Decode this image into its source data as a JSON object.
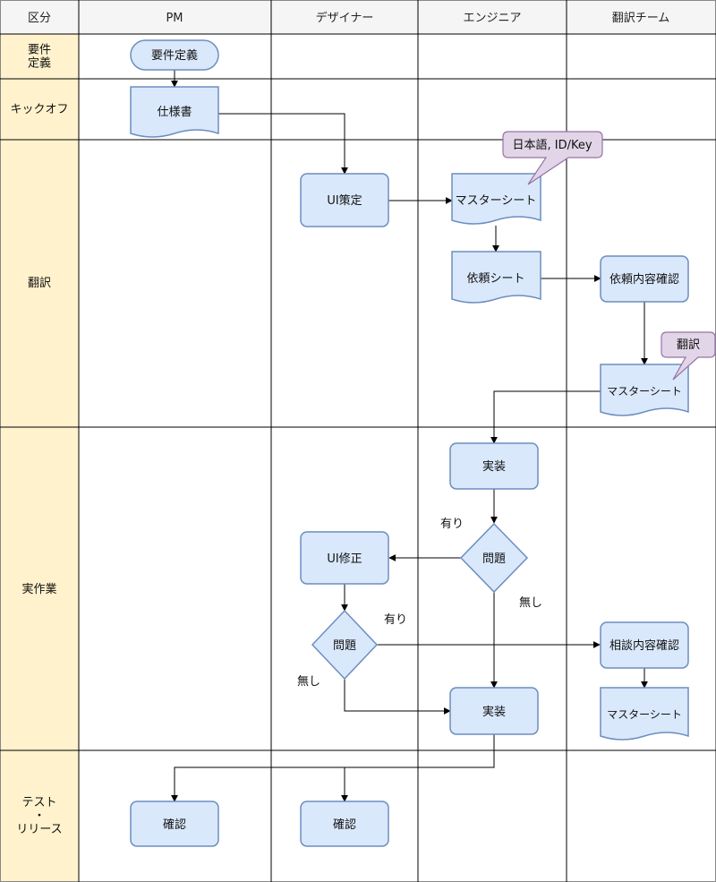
{
  "colors": {
    "node_fill": "#dae8fc",
    "node_stroke": "#6c8ebf",
    "note_fill": "#e1d5e7",
    "note_stroke": "#9673a6",
    "lane_fill": "#fff2cc",
    "header_fill": "#f5f5f5"
  },
  "header": {
    "corner": "区分",
    "columns": [
      "PM",
      "デザイナー",
      "エンジニア",
      "翻訳チーム"
    ]
  },
  "lanes": [
    {
      "label": "要件\n定義"
    },
    {
      "label": "キックオフ"
    },
    {
      "label": "翻訳"
    },
    {
      "label": "実作業"
    },
    {
      "label": "テスト\n・\nリリース"
    }
  ],
  "nodes": {
    "youken": "要件定義",
    "shiyousho": "仕様書",
    "ui_sakutei": "UI策定",
    "master_sheet_1": "マスターシート",
    "irai_sheet": "依頼シート",
    "irai_kakunin": "依頼内容確認",
    "master_sheet_2": "マスターシート",
    "jissou_1": "実装",
    "mondai_1": "問題",
    "ui_shusei": "UI修正",
    "mondai_2": "問題",
    "soudan_kakunin": "相談内容確認",
    "jissou_2": "実装",
    "master_sheet_3": "マスターシート",
    "kakunin_pm": "確認",
    "kakunin_designer": "確認"
  },
  "notes": {
    "lang_key": "日本語, ID/Key",
    "honyaku": "翻訳"
  },
  "edge_labels": {
    "ari_1": "有り",
    "nashi_1": "無し",
    "ari_2": "有り",
    "nashi_2": "無し"
  }
}
